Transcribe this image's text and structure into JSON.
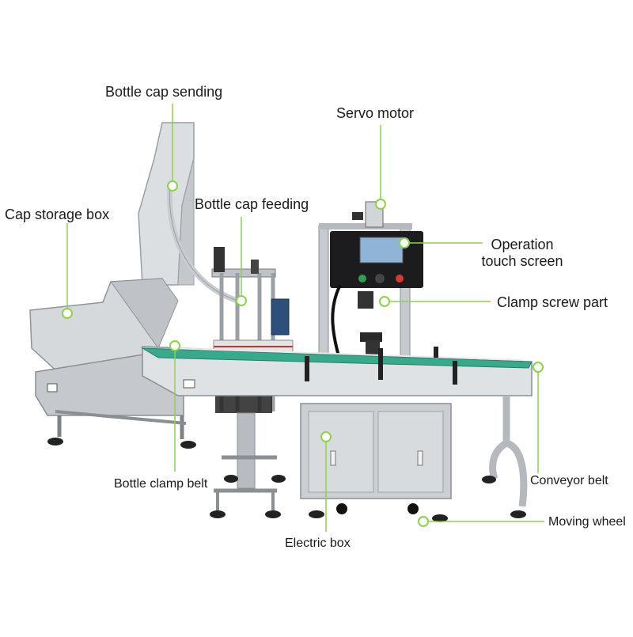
{
  "labels": {
    "bottle_cap_sending": "Bottle cap sending",
    "servo_motor": "Servo motor",
    "bottle_cap_feeding": "Bottle cap feeding",
    "cap_storage_box": "Cap storage box",
    "operation_touch_screen_line1": "Operation",
    "operation_touch_screen_line2": "touch screen",
    "clamp_screw_part": "Clamp screw part",
    "bottle_clamp_belt": "Bottle clamp belt",
    "conveyor_belt": "Conveyor belt",
    "moving_wheel": "Moving wheel",
    "electric_box": "Electric box"
  },
  "colors": {
    "leader_line": "#8fd14f",
    "marker_fill": "#ffffff",
    "steel_light": "#d9dcdf",
    "steel_mid": "#b4b8bc",
    "steel_dark": "#7d8286",
    "panel_black": "#1c1c1e",
    "screen": "#8fb4d8",
    "belt_green": "#3aa88a",
    "button_green": "#2e9e52",
    "button_red": "#d93a30",
    "motor_blue": "#2c4f7c"
  },
  "icons": {
    "leader_marker": "circle-marker-icon"
  }
}
